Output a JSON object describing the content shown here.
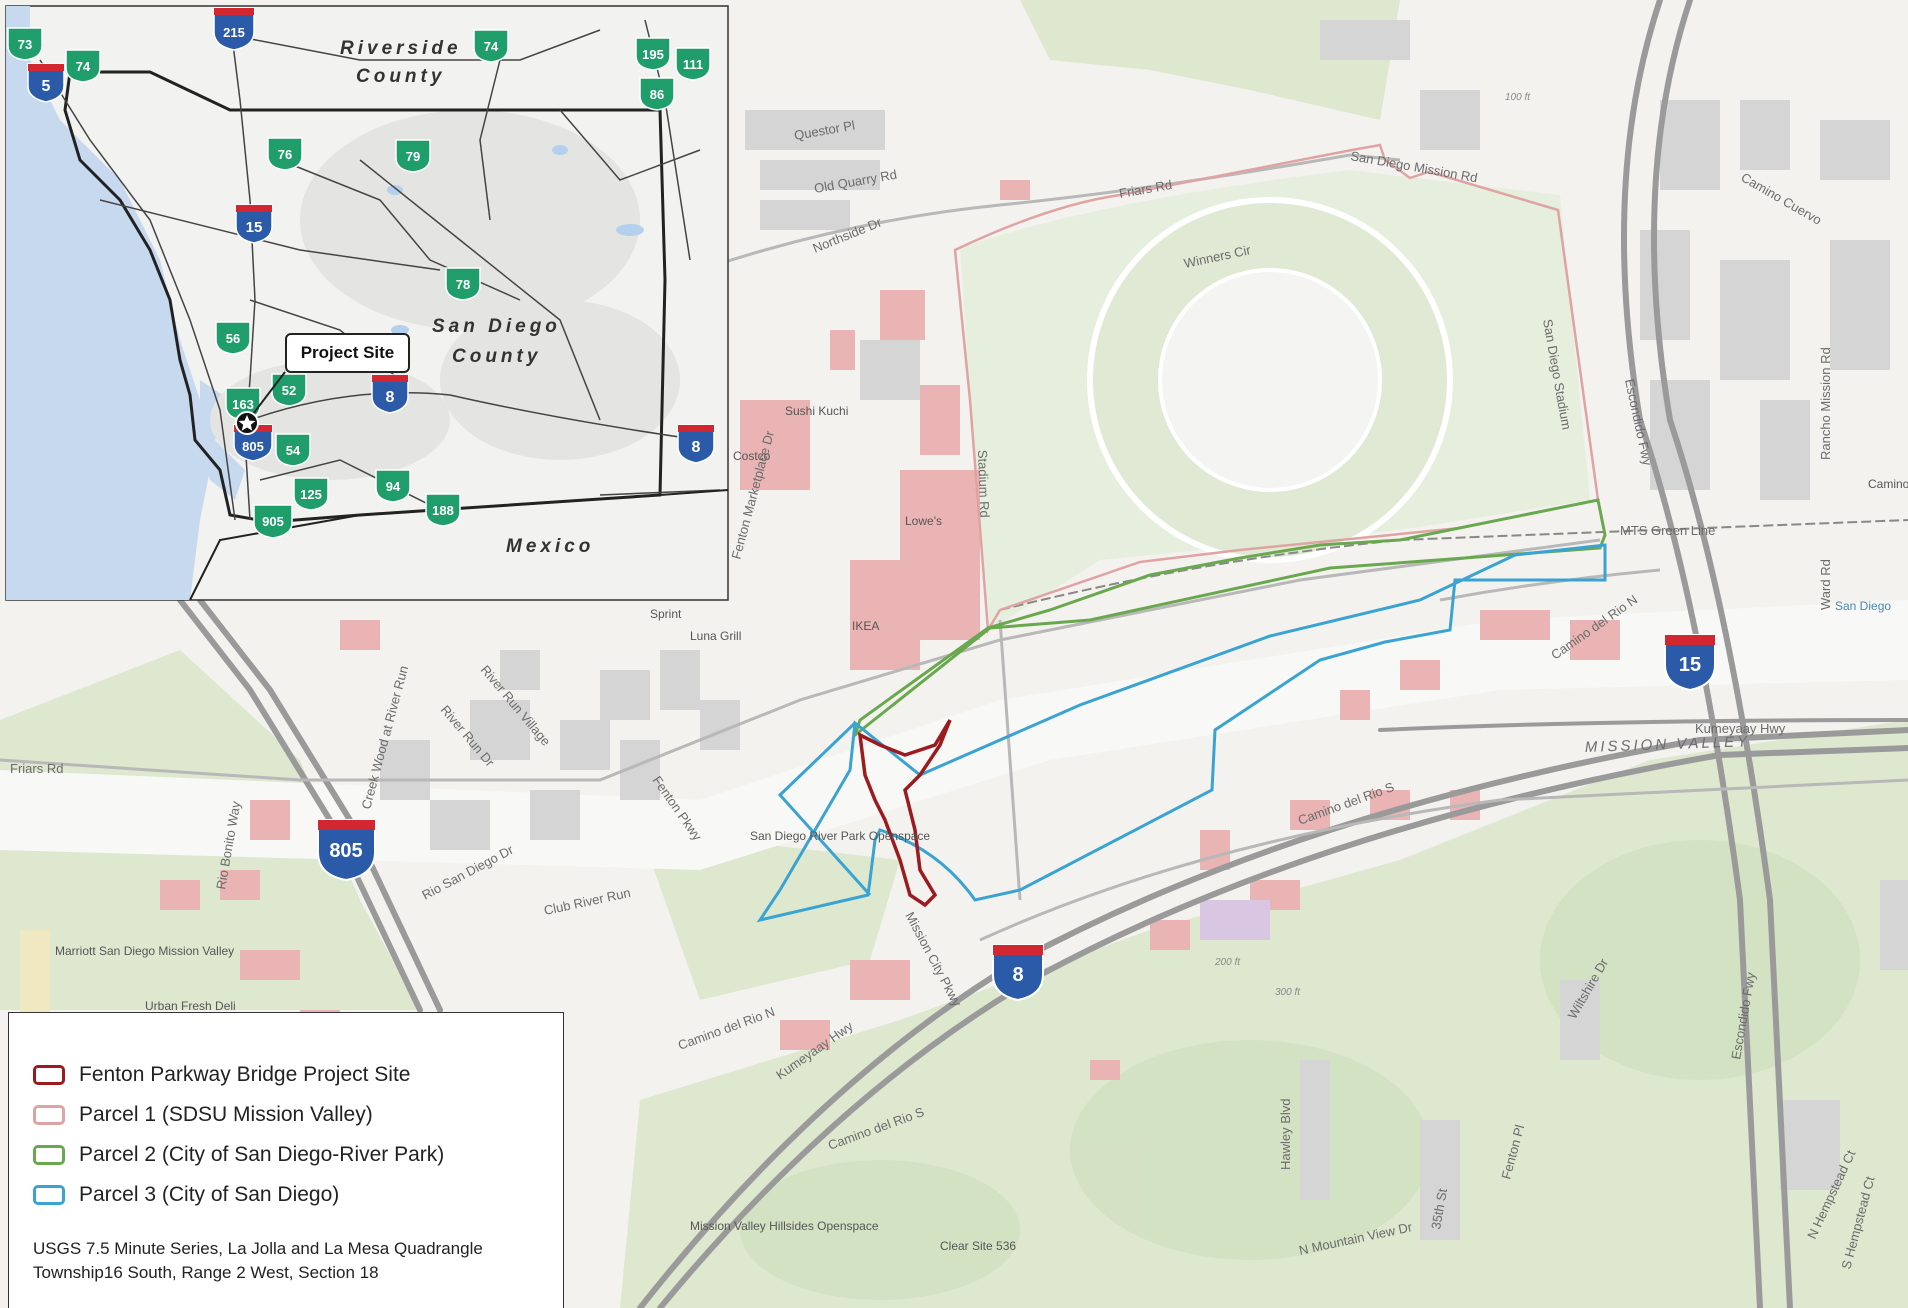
{
  "main_map": {
    "streets": [
      "Friars Rd",
      "San Diego Mission Rd",
      "Questor Pl",
      "Old Quarry Rd",
      "Northside Dr",
      "Winners Cir",
      "Stadium Rd",
      "San Diego Stadium",
      "Escondido Fwy",
      "Rancho Mission Rd",
      "Ward Rd",
      "MTS Green Line",
      "Camino del Rio N",
      "Camino del Rio S",
      "Kumeyaay Hwy",
      "Mission City Pkwy",
      "Fenton Pkwy",
      "Club River Run",
      "Rio San Diego Dr",
      "River Run Dr",
      "River Run Village",
      "Creek Wood at River Run",
      "Rio Bonito Way",
      "Fenton Marketplace Dr",
      "Hawley Blvd",
      "N Mountain View Dr",
      "35th St",
      "Fenton Pl",
      "Wiltshire Dr",
      "N Hempstead Ct",
      "S Hempstead Ct",
      "Camino Cuervo"
    ],
    "places": [
      "Sushi Kuchi",
      "Costco",
      "Lowe's",
      "IKEA",
      "Sprint",
      "Luna Grill",
      "Marriott San Diego Mission Valley",
      "Urban Fresh Deli",
      "San Diego River Park Openspace",
      "Mission Valley Hillsides Openspace",
      "Clear Site 536",
      "MISSION VALLEY",
      "San Diego",
      "Camino"
    ],
    "elevations": [
      "100 ft",
      "200 ft",
      "300 ft"
    ],
    "shields": [
      "15",
      "805",
      "8"
    ]
  },
  "inset": {
    "county_labels": [
      "Riverside",
      "County",
      "San Diego",
      "County",
      "Mexico"
    ],
    "callout": "Project Site",
    "interstates": [
      "215",
      "5",
      "15",
      "8",
      "805",
      "8",
      "905"
    ],
    "state_routes": [
      "73",
      "74",
      "74",
      "195",
      "111",
      "86",
      "76",
      "79",
      "78",
      "56",
      "163",
      "52",
      "54",
      "125",
      "94",
      "188"
    ]
  },
  "legend": {
    "items": [
      {
        "label": "Fenton Parkway Bridge Project Site",
        "color": "#9b1c1f"
      },
      {
        "label": "Parcel 1 (SDSU Mission Valley)",
        "color": "#e0a3a3"
      },
      {
        "label": "Parcel 2 (City of San Diego-River Park)",
        "color": "#6aa84f"
      },
      {
        "label": "Parcel 3 (City of San Diego)",
        "color": "#3aa3d1"
      }
    ],
    "note_line1": "USGS 7.5 Minute Series, La Jolla and La Mesa Quadrangle",
    "note_line2": "Township16 South, Range 2 West, Section 18"
  }
}
